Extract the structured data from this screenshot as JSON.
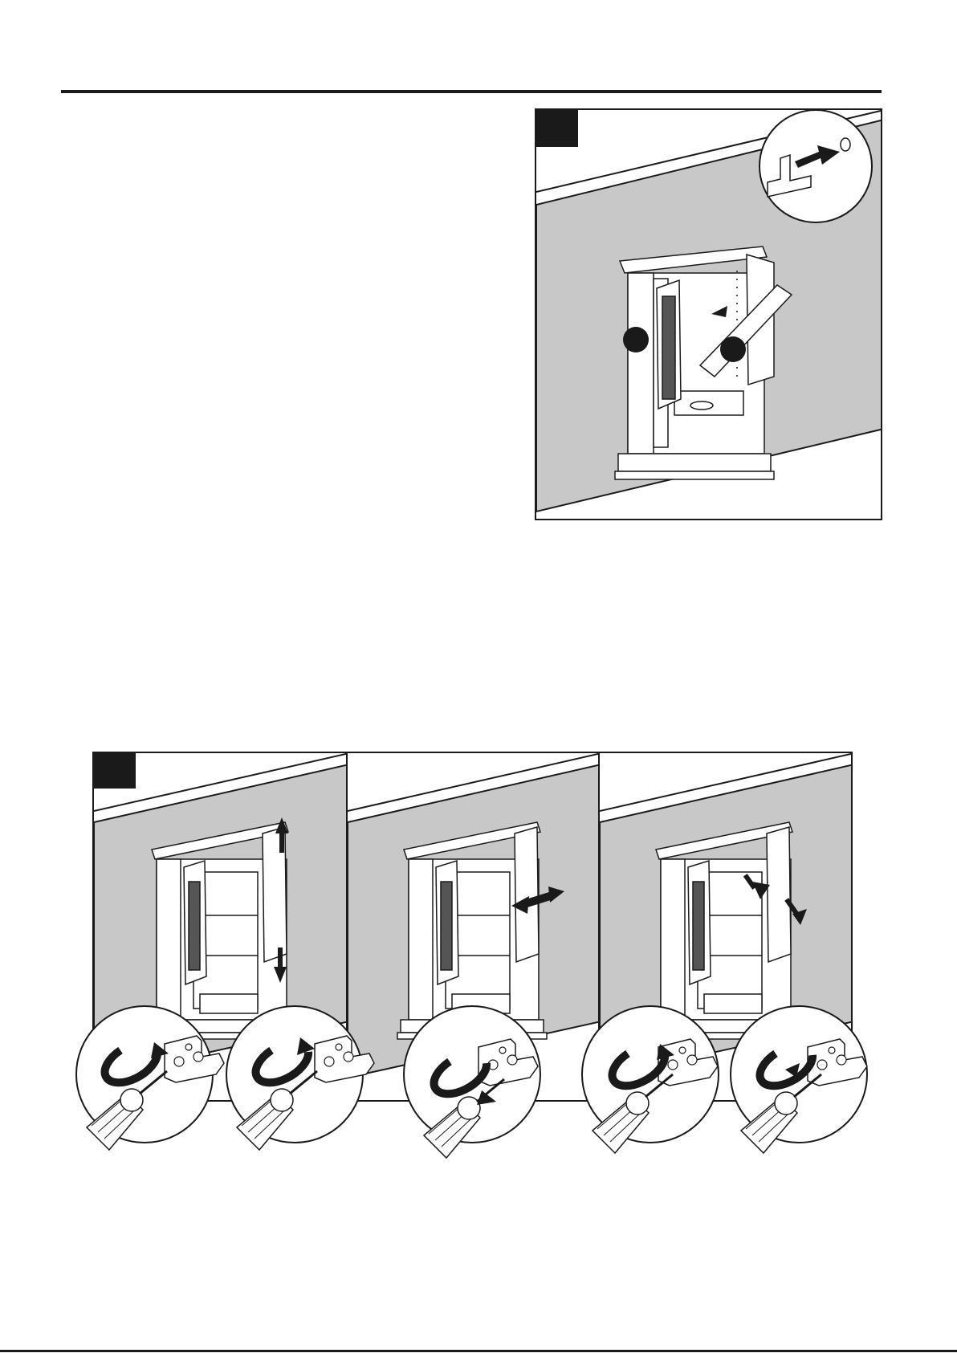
{
  "page": {
    "top_rule": "",
    "bottom_rule": ""
  },
  "step_a": {
    "badge": "",
    "callout_1": "",
    "callout_2": "",
    "detail_icon": "shelf-pin-insert-icon",
    "action_arrow_icon": "insert-shelf-arrow-icon"
  },
  "step_b": {
    "badge": "",
    "panels": [
      {
        "name": "vertical-adjust",
        "arrow_icon": "up-down-arrow-icon"
      },
      {
        "name": "horizontal-adjust",
        "arrow_icon": "left-right-arrow-icon"
      },
      {
        "name": "depth-adjust",
        "arrow_icon": "in-out-arrow-icon"
      }
    ],
    "details": [
      {
        "icon": "screwdriver-clockwise-icon"
      },
      {
        "icon": "screwdriver-counterclockwise-icon"
      },
      {
        "icon": "screwdriver-rotate-icon"
      },
      {
        "icon": "screwdriver-clockwise-icon"
      },
      {
        "icon": "screwdriver-counterclockwise-icon"
      }
    ]
  },
  "colors": {
    "wall": "#c8c8c8",
    "ink": "#1a1a1a",
    "paper": "#ffffff"
  }
}
